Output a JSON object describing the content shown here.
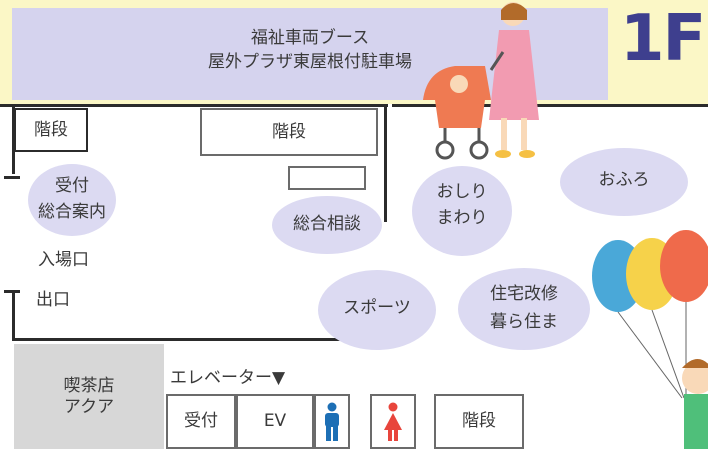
{
  "banner": {
    "line1": "福祉車両ブース",
    "line2": "屋外プラザ東屋根付駐車場"
  },
  "floor_title": "1F",
  "rooms": {
    "stairs_left": "階段",
    "stairs_top": "階段",
    "reception_info_line1": "受付",
    "reception_info_line2": "総合案内",
    "entrance": "入場口",
    "exit": "出口",
    "general_consultation": "総合相談",
    "cafe_line1": "喫茶店",
    "cafe_line2": "アクア",
    "elevator_label": "エレベーター▼",
    "reception_bottom": "受付",
    "ev": "EV",
    "stairs_bottom": "階段"
  },
  "booths": {
    "oshiri_line1": "おしり",
    "oshiri_line2": "まわり",
    "ofuro": "おふろ",
    "sports": "スポーツ",
    "housing_line1": "住宅改修",
    "housing_line2": "暮ら住ま"
  },
  "icons": {
    "male_toilet_color": "#1d6fb5",
    "female_toilet_color": "#e8453c"
  }
}
